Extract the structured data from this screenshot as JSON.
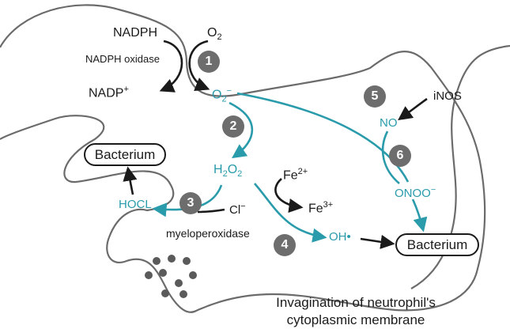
{
  "labels": {
    "nadph": "NADPH",
    "o2_base": "O",
    "o2_sub": "2",
    "nadph_oxidase": "NADPH oxidase",
    "nadp_base": "NADP",
    "nadp_sup": "+",
    "superoxide_base": "O",
    "superoxide_sub": "2",
    "superoxide_sup": "−",
    "inos": "iNOS",
    "no": "NO",
    "h2o2_h": "H",
    "h2o2_sub1": "2",
    "h2o2_o": "O",
    "h2o2_sub2": "2",
    "fe2_base": "Fe",
    "fe2_sup": "2+",
    "fe3_base": "Fe",
    "fe3_sup": "3+",
    "peroxynitrite_base": "ONOO",
    "peroxynitrite_sup": "−",
    "hocl": "HOCL",
    "cl_base": "Cl",
    "cl_sup": "−",
    "myeloperoxidase": "myeloperoxidase",
    "hydroxyl": "OH•",
    "bacterium_left": "Bacterium",
    "bacterium_right": "Bacterium"
  },
  "steps": [
    "1",
    "2",
    "3",
    "4",
    "5",
    "6"
  ],
  "caption": {
    "line1": "Invagination of neutrophil's",
    "line2": "cytoplasmic membrane"
  },
  "colors": {
    "pathway": "#2a9bab",
    "outline": "#6b6b6b",
    "step_badge": "#6d6d6d",
    "granule": "#5a5a5a",
    "text": "#1a1a1a"
  }
}
